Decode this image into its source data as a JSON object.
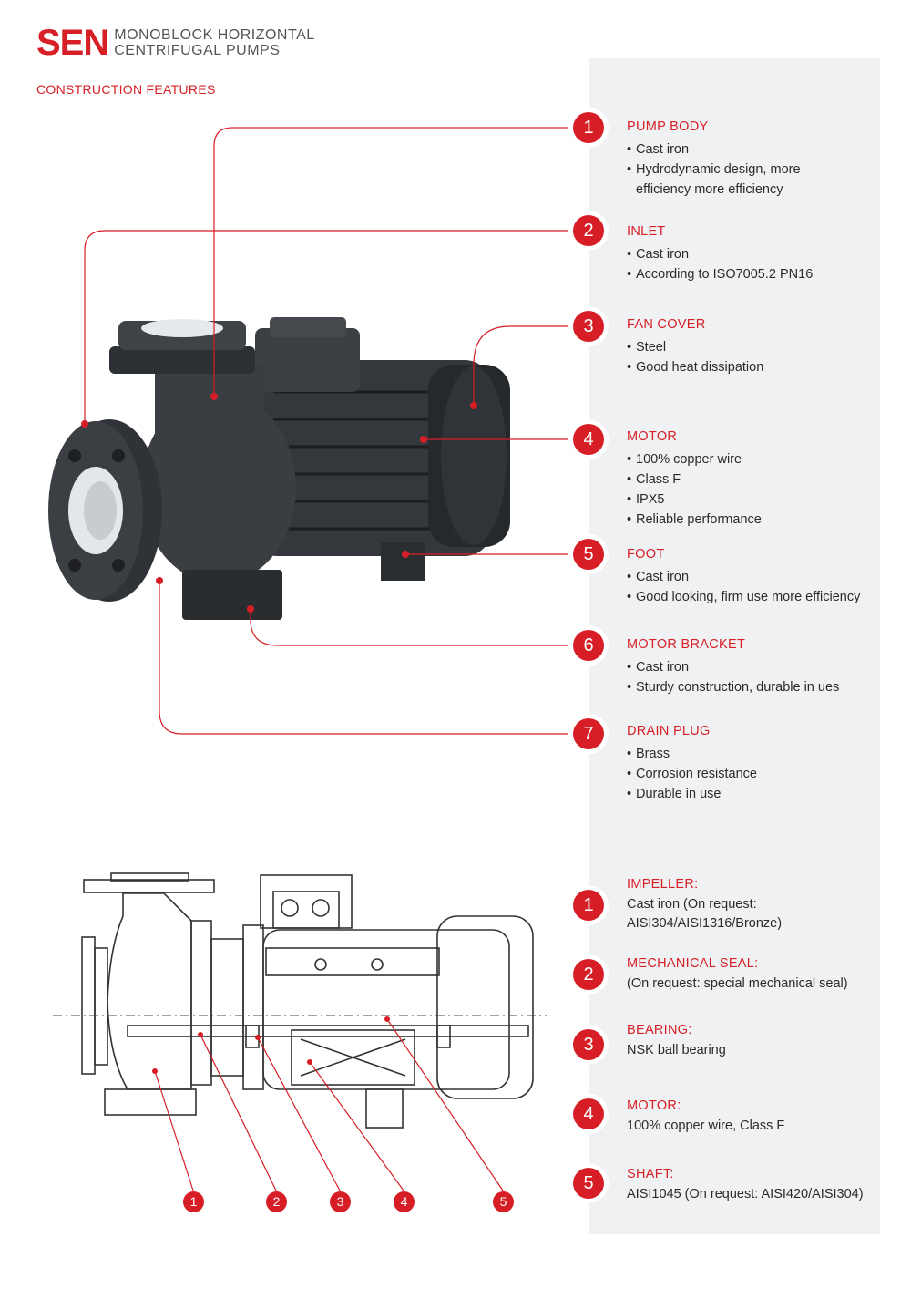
{
  "brand": {
    "name": "SEN",
    "subtitle_line1": "MONOBLOCK HORIZONTAL",
    "subtitle_line2": "CENTRIFUGAL PUMPS"
  },
  "section_title": "CONSTRUCTION FEATURES",
  "features": [
    {
      "number": "1",
      "title": "PUMP BODY",
      "items": [
        "Cast iron",
        "Hydrodynamic design, more",
        "efficiency more efficiency"
      ]
    },
    {
      "number": "2",
      "title": "INLET",
      "items": [
        "Cast iron",
        "According to ISO7005.2 PN16"
      ]
    },
    {
      "number": "3",
      "title": "FAN COVER",
      "items": [
        "Steel",
        "Good heat dissipation"
      ]
    },
    {
      "number": "4",
      "title": "MOTOR",
      "items": [
        "100% copper wire",
        "Class F",
        "IPX5",
        "Reliable performance"
      ]
    },
    {
      "number": "5",
      "title": "FOOT",
      "items": [
        "Cast iron",
        "Good looking, firm use more efficiency"
      ]
    },
    {
      "number": "6",
      "title": "MOTOR BRACKET",
      "items": [
        "Cast iron",
        "Sturdy construction, durable in ues"
      ]
    },
    {
      "number": "7",
      "title": "DRAIN PLUG",
      "items": [
        "Brass",
        "Corrosion resistance",
        "Durable in use"
      ]
    }
  ],
  "components": [
    {
      "number": "1",
      "title": "IMPELLER:",
      "lines": [
        "Cast iron (On request:",
        "AISI304/AISI1316/Bronze)"
      ]
    },
    {
      "number": "2",
      "title": "MECHANICAL SEAL:",
      "lines": [
        "(On request: special mechanical seal)"
      ]
    },
    {
      "number": "3",
      "title": "BEARING:",
      "lines": [
        "NSK ball bearing"
      ]
    },
    {
      "number": "4",
      "title": "MOTOR:",
      "lines": [
        "100% copper wire, Class F"
      ]
    },
    {
      "number": "5",
      "title": "SHAFT:",
      "lines": [
        "AISI1045 (On request: AISI420/AISI304)"
      ]
    }
  ],
  "colors": {
    "accent": "#d61f26",
    "panel": "#f0f1f3",
    "pump": "#2e3135"
  }
}
